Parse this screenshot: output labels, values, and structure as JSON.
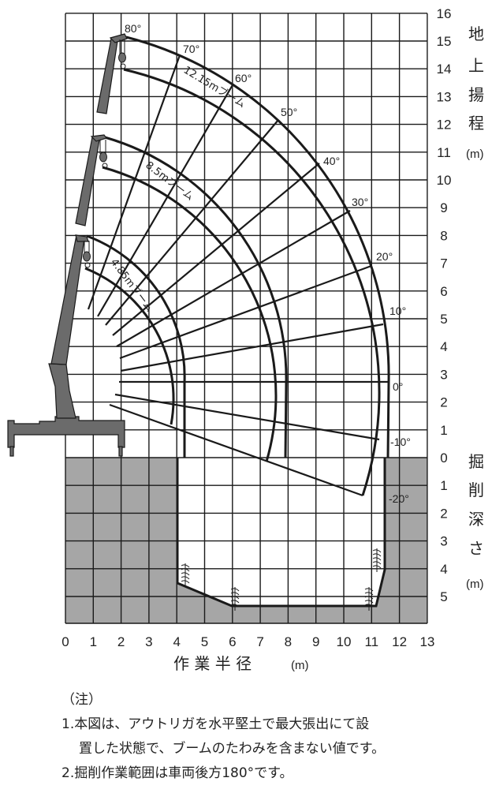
{
  "colors": {
    "ground": "#a6a6a6",
    "crane": "#6b6b6b",
    "line": "#1a1a1a"
  },
  "x_axis": {
    "ticks": [
      "0",
      "1",
      "2",
      "3",
      "4",
      "5",
      "6",
      "7",
      "8",
      "9",
      "10",
      "11",
      "12",
      "13"
    ],
    "title": "作 業 半 径",
    "unit": "(m)"
  },
  "height_axis": {
    "ticks": [
      "16",
      "15",
      "14",
      "13",
      "12",
      "11",
      "10",
      "9",
      "8",
      "7",
      "6",
      "5",
      "4",
      "3",
      "2",
      "1",
      "0"
    ],
    "title_chars": [
      "地",
      "上",
      "揚",
      "程"
    ],
    "unit": "(m)"
  },
  "depth_axis": {
    "ticks": [
      "1",
      "2",
      "3",
      "4",
      "5"
    ],
    "title_chars": [
      "掘",
      "削",
      "深",
      "さ"
    ],
    "unit": "(m)"
  },
  "angles": [
    "80°",
    "70°",
    "60°",
    "50°",
    "40°",
    "30°",
    "20°",
    "10°",
    "0°",
    "-10°",
    "-20°"
  ],
  "booms": [
    "12.15mブーム",
    "8.5mブーム",
    "4.85mブーム"
  ],
  "notes": {
    "heading": "（注）",
    "line1": "1.本図は、アウトリガを水平堅土で最大張出にて設",
    "line1b": "置した状態で、ブームのたわみを含まない値です。",
    "line2": "2.掘削作業範囲は車両後方180°です。"
  }
}
